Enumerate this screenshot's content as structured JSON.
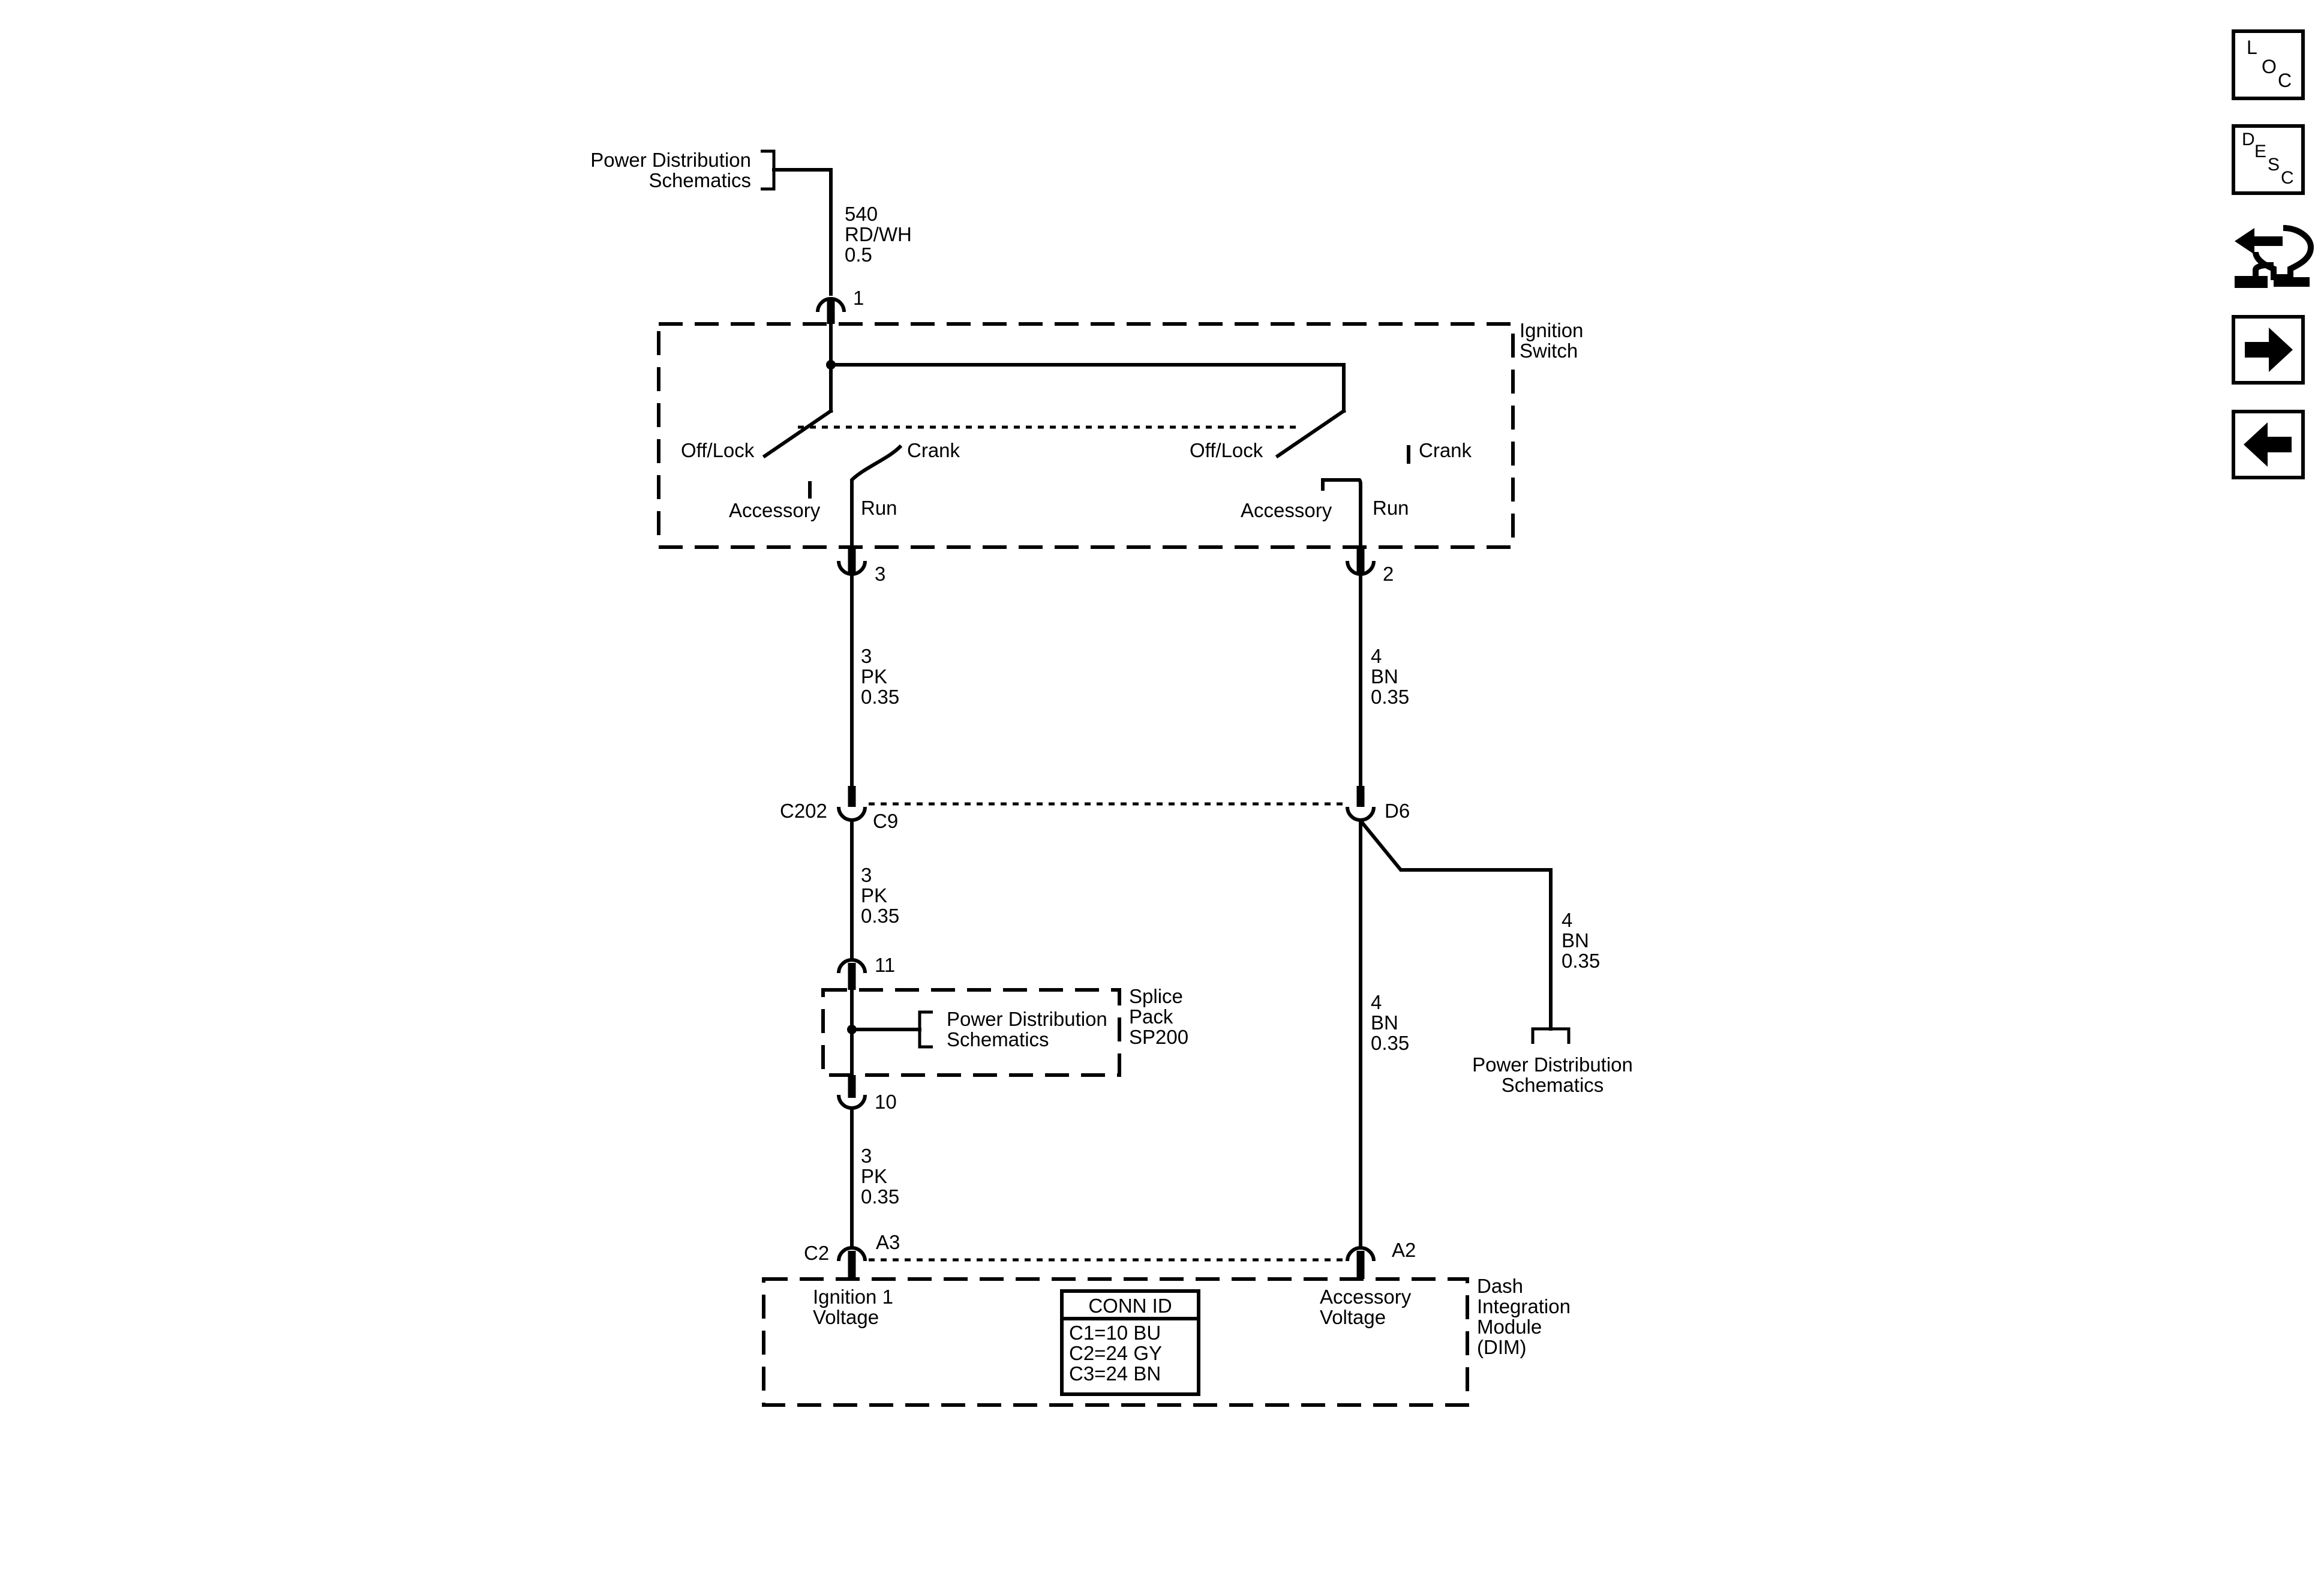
{
  "top_source": {
    "line1": "Power Distribution",
    "line2": "Schematics"
  },
  "wire_540": {
    "circuit": "540",
    "color": "RD/WH",
    "gauge": "0.5"
  },
  "switch": {
    "name_line1": "Ignition",
    "name_line2": "Switch",
    "pin_in": "1",
    "pin_left": "3",
    "pin_right": "2",
    "left_pole": {
      "off": "Off/Lock",
      "crank": "Crank",
      "accessory": "Accessory",
      "run": "Run"
    },
    "right_pole": {
      "off": "Off/Lock",
      "crank": "Crank",
      "accessory": "Accessory",
      "run": "Run"
    }
  },
  "wire_pk_1": {
    "circuit": "3",
    "color": "PK",
    "gauge": "0.35"
  },
  "wire_pk_2": {
    "circuit": "3",
    "color": "PK",
    "gauge": "0.35"
  },
  "wire_pk_3": {
    "circuit": "3",
    "color": "PK",
    "gauge": "0.35"
  },
  "wire_bn_1": {
    "circuit": "4",
    "color": "BN",
    "gauge": "0.35"
  },
  "wire_bn_2": {
    "circuit": "4",
    "color": "BN",
    "gauge": "0.35"
  },
  "wire_bn_3": {
    "circuit": "4",
    "color": "BN",
    "gauge": "0.35"
  },
  "c202": {
    "name": "C202",
    "pin_left": "C9",
    "pin_right": "D6"
  },
  "splice": {
    "name_line1": "Splice",
    "name_line2": "Pack",
    "name_line3": "SP200",
    "pin_in": "11",
    "pin_out": "10",
    "ref_line1": "Power Distribution",
    "ref_line2": "Schematics"
  },
  "right_ref": {
    "line1": "Power Distribution",
    "line2": "Schematics"
  },
  "dim": {
    "connector": "C2",
    "pin_left": "A3",
    "pin_right": "A2",
    "name_line1": "Dash",
    "name_line2": "Integration",
    "name_line3": "Module",
    "name_line4": "(DIM)",
    "in_left_line1": "Ignition 1",
    "in_left_line2": "Voltage",
    "in_right_line1": "Accessory",
    "in_right_line2": "Voltage",
    "conn_id": {
      "title": "CONN ID",
      "rows": [
        "C1=10 BU",
        "C2=24 GY",
        "C3=24 BN"
      ]
    }
  },
  "nav": {
    "loc": [
      "L",
      "O",
      "C"
    ],
    "desc": [
      "D",
      "E",
      "S",
      "C"
    ],
    "icons": [
      "harness-connector-icon",
      "arrow-right-icon",
      "arrow-left-icon"
    ]
  }
}
